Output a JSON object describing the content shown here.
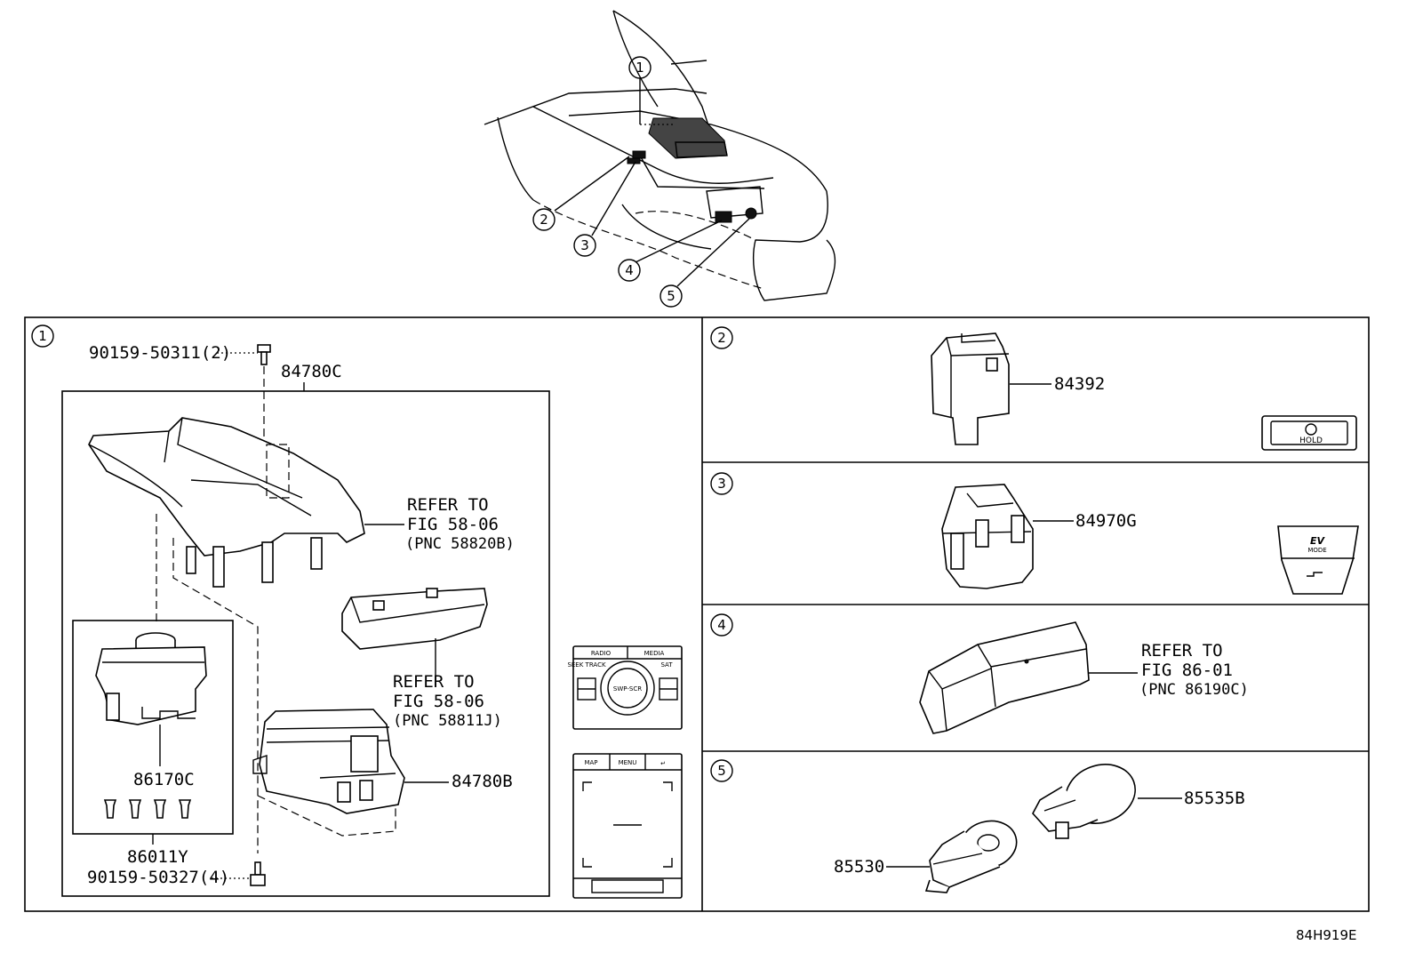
{
  "overview": {
    "callouts": [
      "1",
      "2",
      "3",
      "4",
      "5"
    ]
  },
  "panels": {
    "p1": {
      "index": "1",
      "bolt_top": "90159-50311(2)",
      "assembly": "84780C",
      "refer_a": [
        "REFER TO",
        "FIG 58-06",
        "(PNC 58820B)"
      ],
      "refer_b": [
        "REFER TO",
        "FIG 58-06",
        "(PNC 58811J)"
      ],
      "knob_part": "86170C",
      "sub_assembly": "86011Y",
      "switch_part": "84780B",
      "bolt_bottom": "90159-50327(4)",
      "panel_top_labels": [
        "RADIO",
        "MEDIA",
        "SEEK TRACK",
        "SWP-SCR",
        "SAT"
      ],
      "panel_bottom_labels": [
        "MAP",
        "MENU",
        "↵"
      ]
    },
    "p2": {
      "index": "2",
      "part": "84392",
      "icon_label": "HOLD"
    },
    "p3": {
      "index": "3",
      "part": "84970G",
      "icon_label": "EV",
      "icon_sub": "MODE"
    },
    "p4": {
      "index": "4",
      "refer": [
        "REFER TO",
        "FIG 86-01",
        "(PNC 86190C)"
      ]
    },
    "p5": {
      "index": "5",
      "part_a": "85535B",
      "part_b": "85530"
    }
  },
  "figure_code": "84H919E"
}
